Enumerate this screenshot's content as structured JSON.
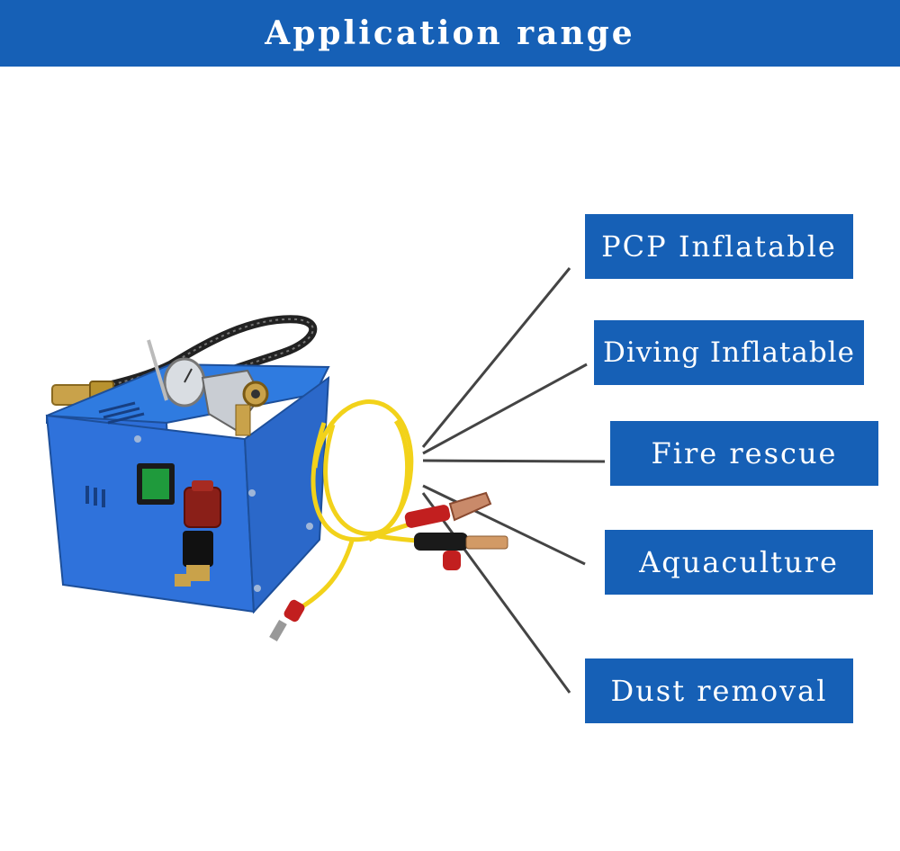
{
  "header": {
    "title": "Application range"
  },
  "applications": [
    {
      "label": "PCP Inflatable"
    },
    {
      "label": "Diving Inflatable"
    },
    {
      "label": "Fire rescue"
    },
    {
      "label": "Aquaculture"
    },
    {
      "label": "Dust removal"
    }
  ],
  "colors": {
    "brand_blue": "#1660b6",
    "device_blue": "#2a6fd6",
    "cable_yellow": "#f2d21a"
  },
  "product": {
    "image": "electric-air-compressor-photo"
  }
}
